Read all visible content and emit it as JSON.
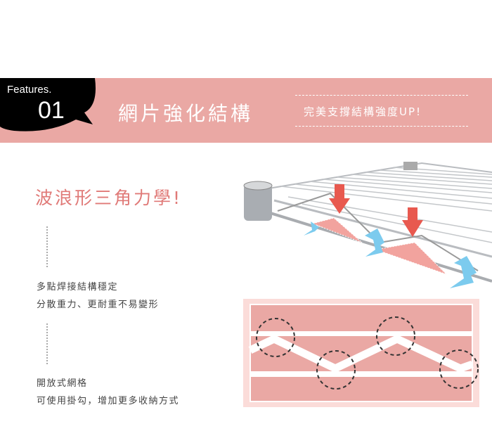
{
  "header": {
    "features_label": "Features.",
    "number": "01",
    "title": "網片強化結構",
    "subtitle": "完美支撐結構強度UP!"
  },
  "section": {
    "heading": "波浪形三角力學!",
    "point1": {
      "line1": "多點焊接結構穩定",
      "line2": "分散重力、更耐重不易變形"
    },
    "point2": {
      "line1": "開放式網格",
      "line2": "可使用掛勾，增加更多收納方式"
    }
  },
  "colors": {
    "band": "#eaa8a4",
    "heading": "#e07a78",
    "arrow_down": "#e8594f",
    "arrow_up": "#7ccbee"
  }
}
